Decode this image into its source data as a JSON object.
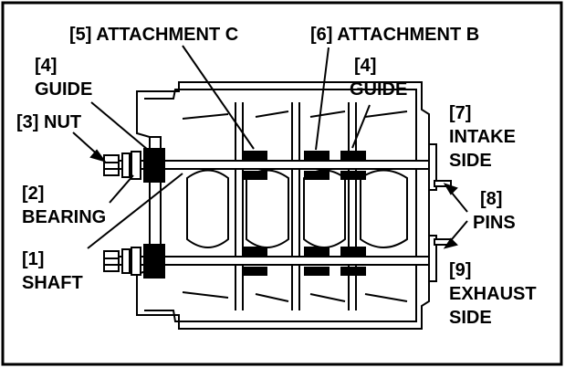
{
  "labels": {
    "attachment_c": "[5] ATTACHMENT C",
    "attachment_b": "[6] ATTACHMENT B",
    "guide_left_num": "[4]",
    "guide_left_word": "GUIDE",
    "guide_right_num": "[4]",
    "guide_right_word": "GUIDE",
    "nut": "[3] NUT",
    "bearing_num": "[2]",
    "bearing_word": "BEARING",
    "shaft_num": "[1]",
    "shaft_word": "SHAFT",
    "intake_num": "[7]",
    "intake_word1": "INTAKE",
    "intake_word2": "SIDE",
    "pins_num": "[8]",
    "pins_word": "PINS",
    "exhaust_num": "[9]",
    "exhaust_word1": "EXHAUST",
    "exhaust_word2": "SIDE"
  },
  "colors": {
    "ink": "#000000",
    "paper": "#ffffff"
  }
}
